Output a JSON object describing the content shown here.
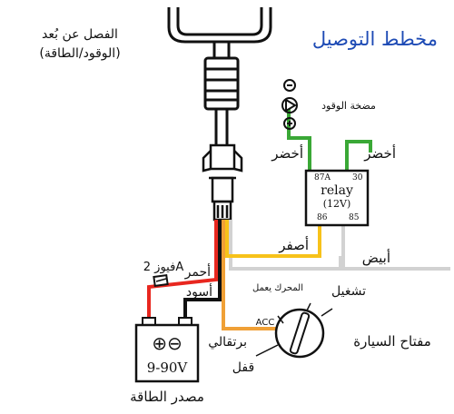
{
  "title": "مخطط التوصيل",
  "remote_cutoff": {
    "line1": "الفصل عن بُعد",
    "line2": "(الوقود/الطاقة)"
  },
  "fuel_pump_label": "مضخة الوقود",
  "relay": {
    "t87a": "87A",
    "t30": "30",
    "name": "relay",
    "voltage": "(12V)",
    "t86": "86",
    "t85": "85"
  },
  "wires": {
    "green_left": "أخضر",
    "green_right": "أخضر",
    "yellow": "أصفر",
    "white": "أبيض",
    "red": "أحمر",
    "black": "أسود",
    "orange": "برتقالي"
  },
  "fuse": "فيوز 2A",
  "battery": {
    "symbols": "⊕⊖",
    "range": "9-90V",
    "label": "مصدر الطاقة"
  },
  "ignition": {
    "acc": "ACC",
    "engine_running": "المحرك يعمل",
    "start": "تشغيل",
    "lock": "قفل",
    "label": "مفتاح السيارة"
  },
  "colors": {
    "red": "#e8271f",
    "black": "#111111",
    "green": "#3aa836",
    "yellow": "#f7c21a",
    "white": "#d2d2d2",
    "orange": "#f0a036",
    "title": "#1e4bb5"
  }
}
